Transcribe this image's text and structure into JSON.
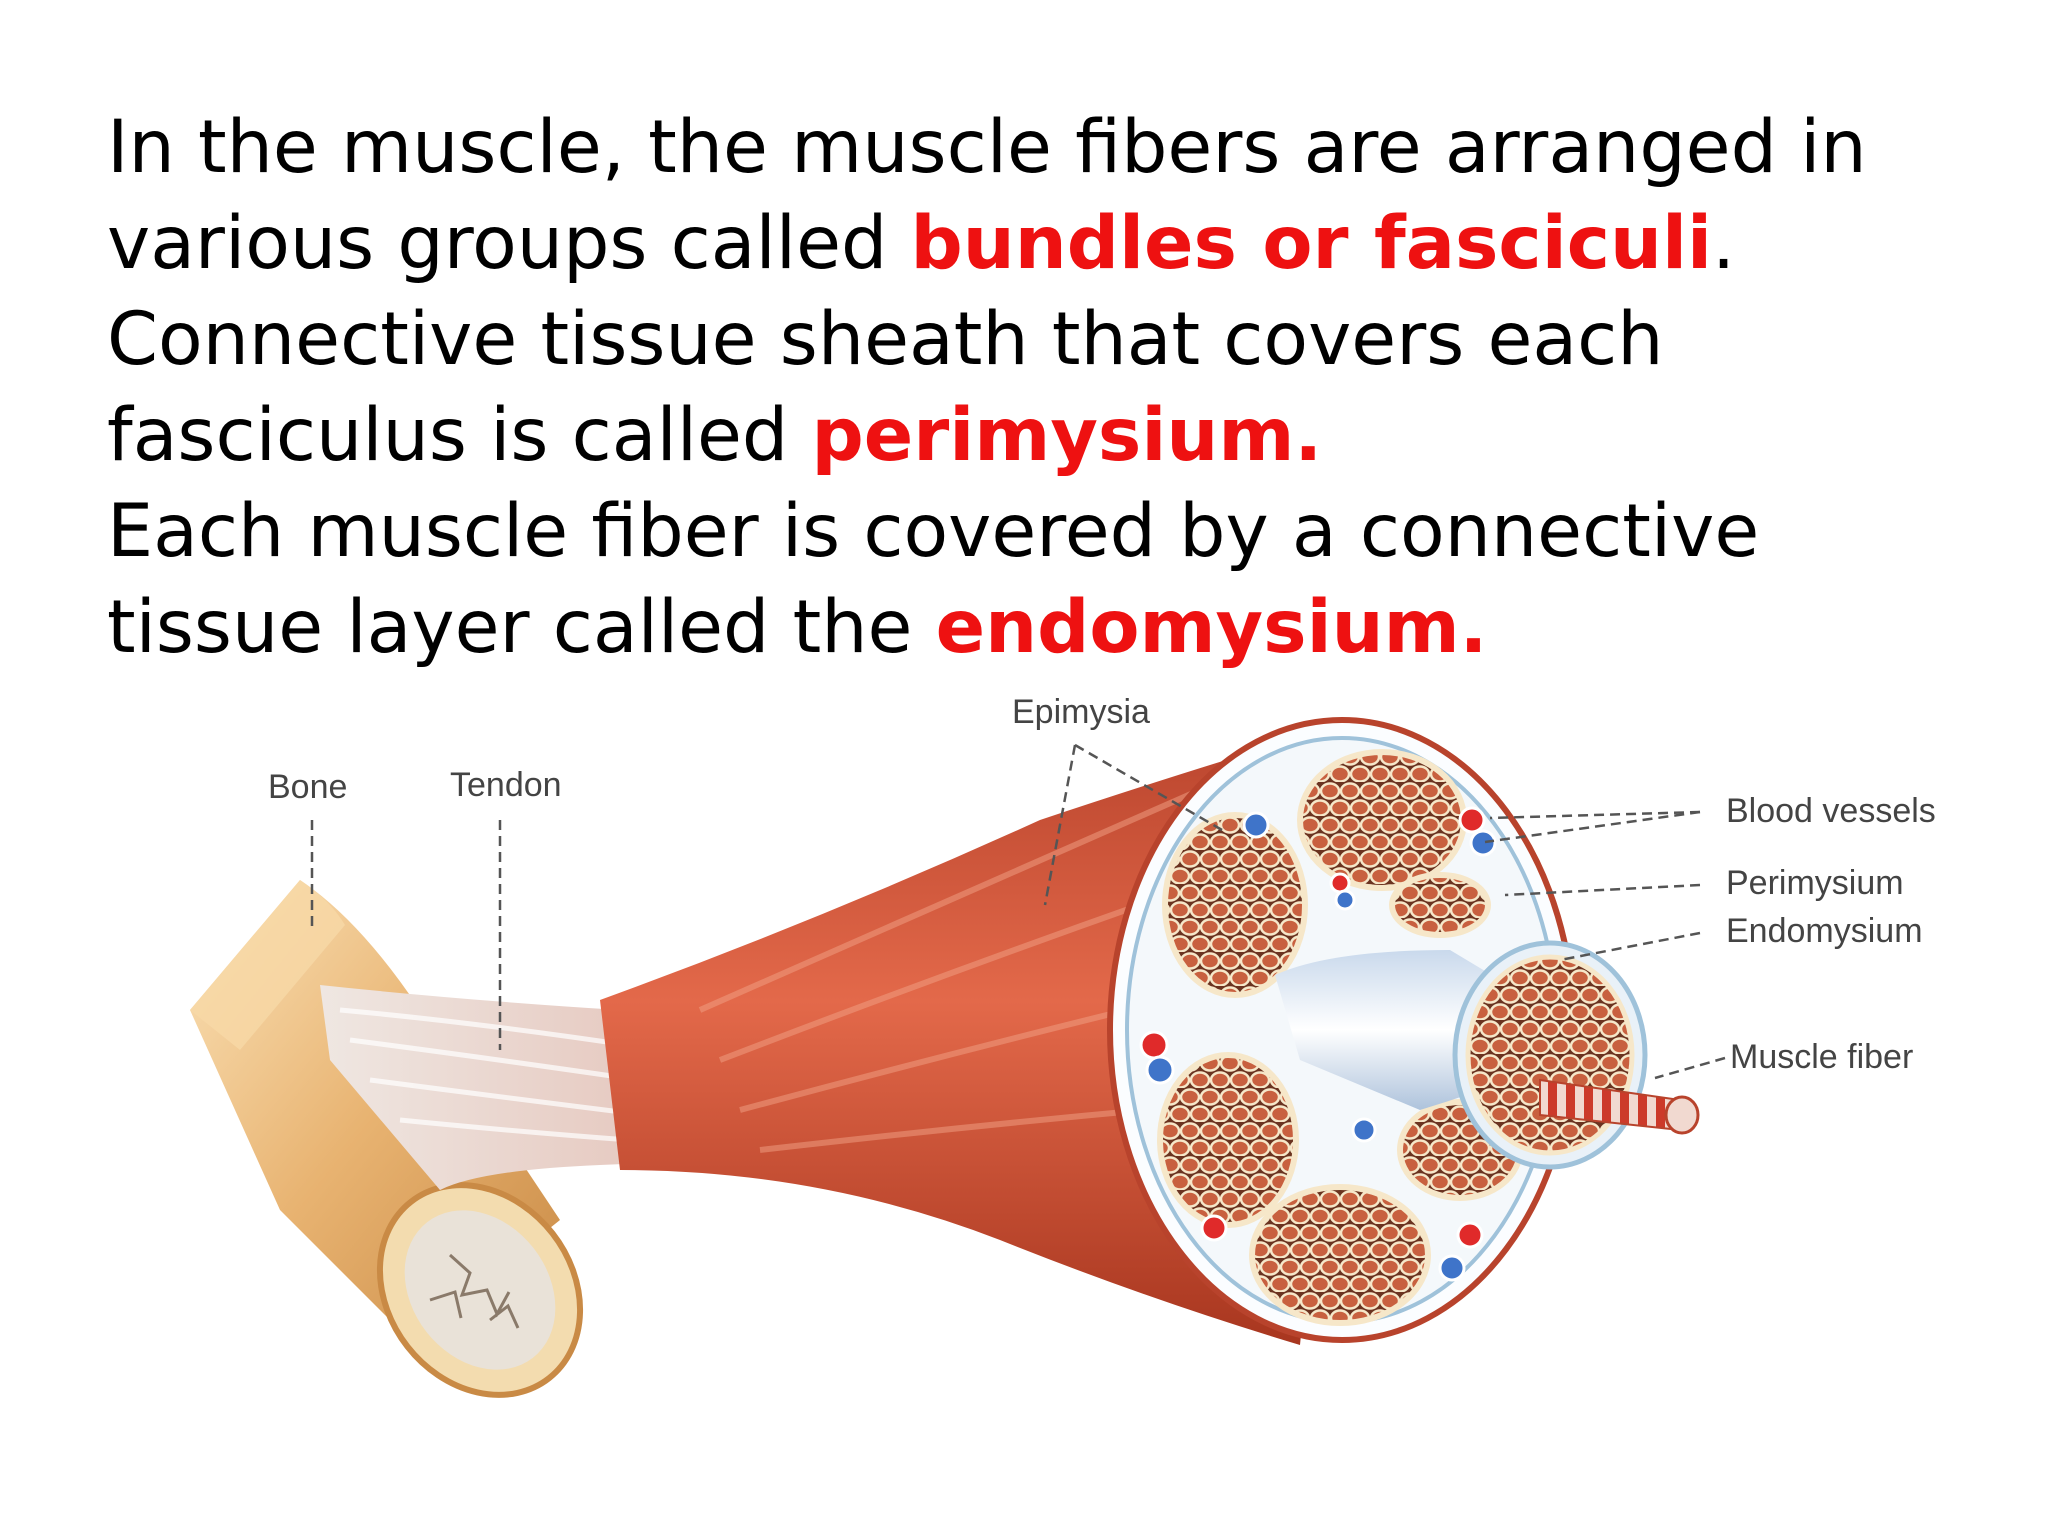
{
  "text": {
    "p1_before": "In the muscle, the muscle fibers are arranged in various groups called ",
    "p1_highlight": "bundles or fasciculi",
    "p1_after": ".",
    "p2_before": "Connective tissue sheath that covers each fasciculus is called ",
    "p2_highlight": "perimysium.",
    "p3_before": "Each muscle fiber is covered by a connective tissue layer called the ",
    "p3_highlight": "endomysium."
  },
  "labels": {
    "bone": "Bone",
    "tendon": "Tendon",
    "epimysia": "Epimysia",
    "blood_vessels": "Blood vessels",
    "perimysium": "Perimysium",
    "endomysium": "Endomysium",
    "muscle_fiber": "Muscle fiber"
  },
  "colors": {
    "highlight": "#ee1111",
    "muscle": "#d4563a",
    "bone": "#e9b879",
    "tendon": "#e8dcd4",
    "sheath": "#f4f8fb"
  }
}
